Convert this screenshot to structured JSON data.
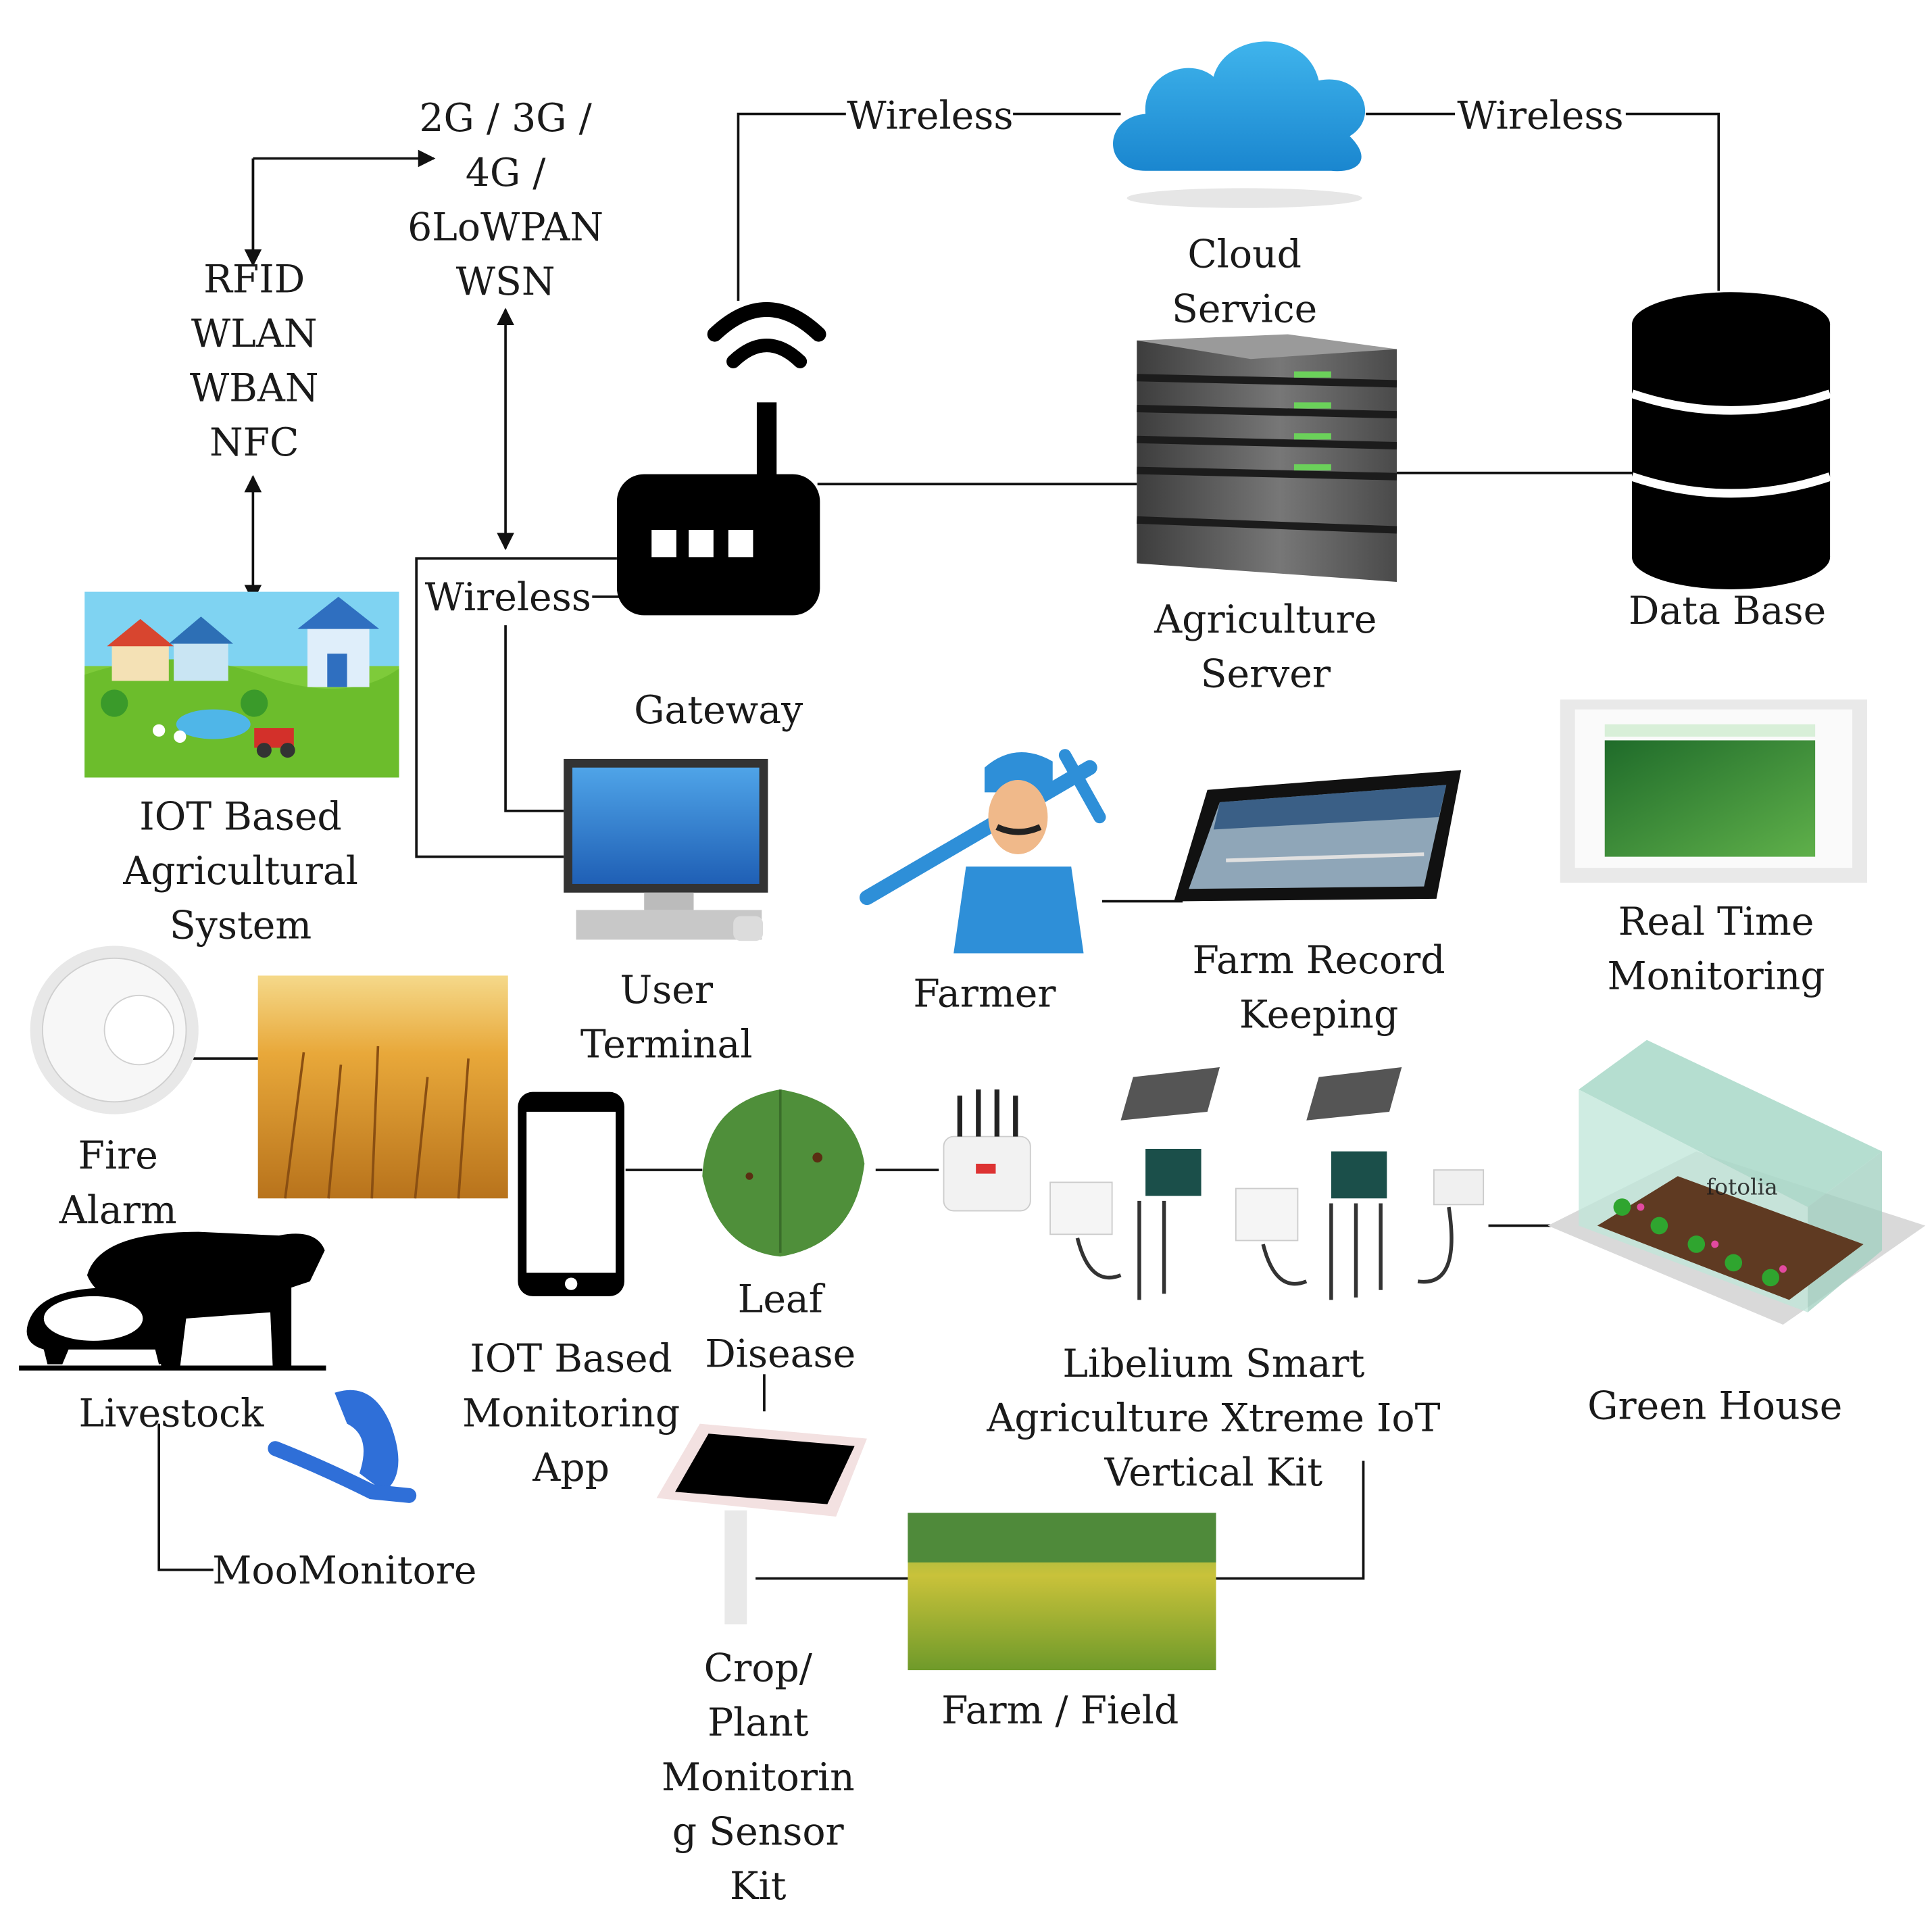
{
  "labels": {
    "protocols_left": [
      "RFID",
      "WLAN",
      "WBAN",
      "NFC"
    ],
    "protocols_right": [
      "2G / 3G /",
      "4G /",
      "6LoWPAN",
      "WSN"
    ],
    "wireless": "Wireless",
    "cloud": [
      "Cloud",
      "Service"
    ],
    "gateway": "Gateway",
    "server": [
      "Agriculture",
      "Server"
    ],
    "database": "Data Base",
    "iot_system": [
      "IOT Based",
      "Agricultural",
      "System"
    ],
    "user_terminal": [
      "User",
      "Terminal"
    ],
    "farmer": "Farmer",
    "farm_record": [
      "Farm Record",
      "Keeping"
    ],
    "realtime": [
      "Real Time",
      "Monitoring"
    ],
    "fire_alarm": [
      "Fire",
      "Alarm"
    ],
    "livestock": "Livestock",
    "moomonitor": "MooMonitore",
    "app": [
      "IOT Based",
      "Monitoring",
      "App"
    ],
    "leaf": [
      "Leaf",
      "Disease"
    ],
    "libelium": [
      "Libelium Smart",
      "Agriculture Xtreme IoT",
      "Vertical Kit"
    ],
    "greenhouse": "Green House",
    "farm_field": "Farm / Field",
    "crop_kit": [
      "Crop/",
      "Plant",
      "Monitorin",
      "g Sensor",
      "Kit"
    ],
    "watermark": "fotolia"
  }
}
